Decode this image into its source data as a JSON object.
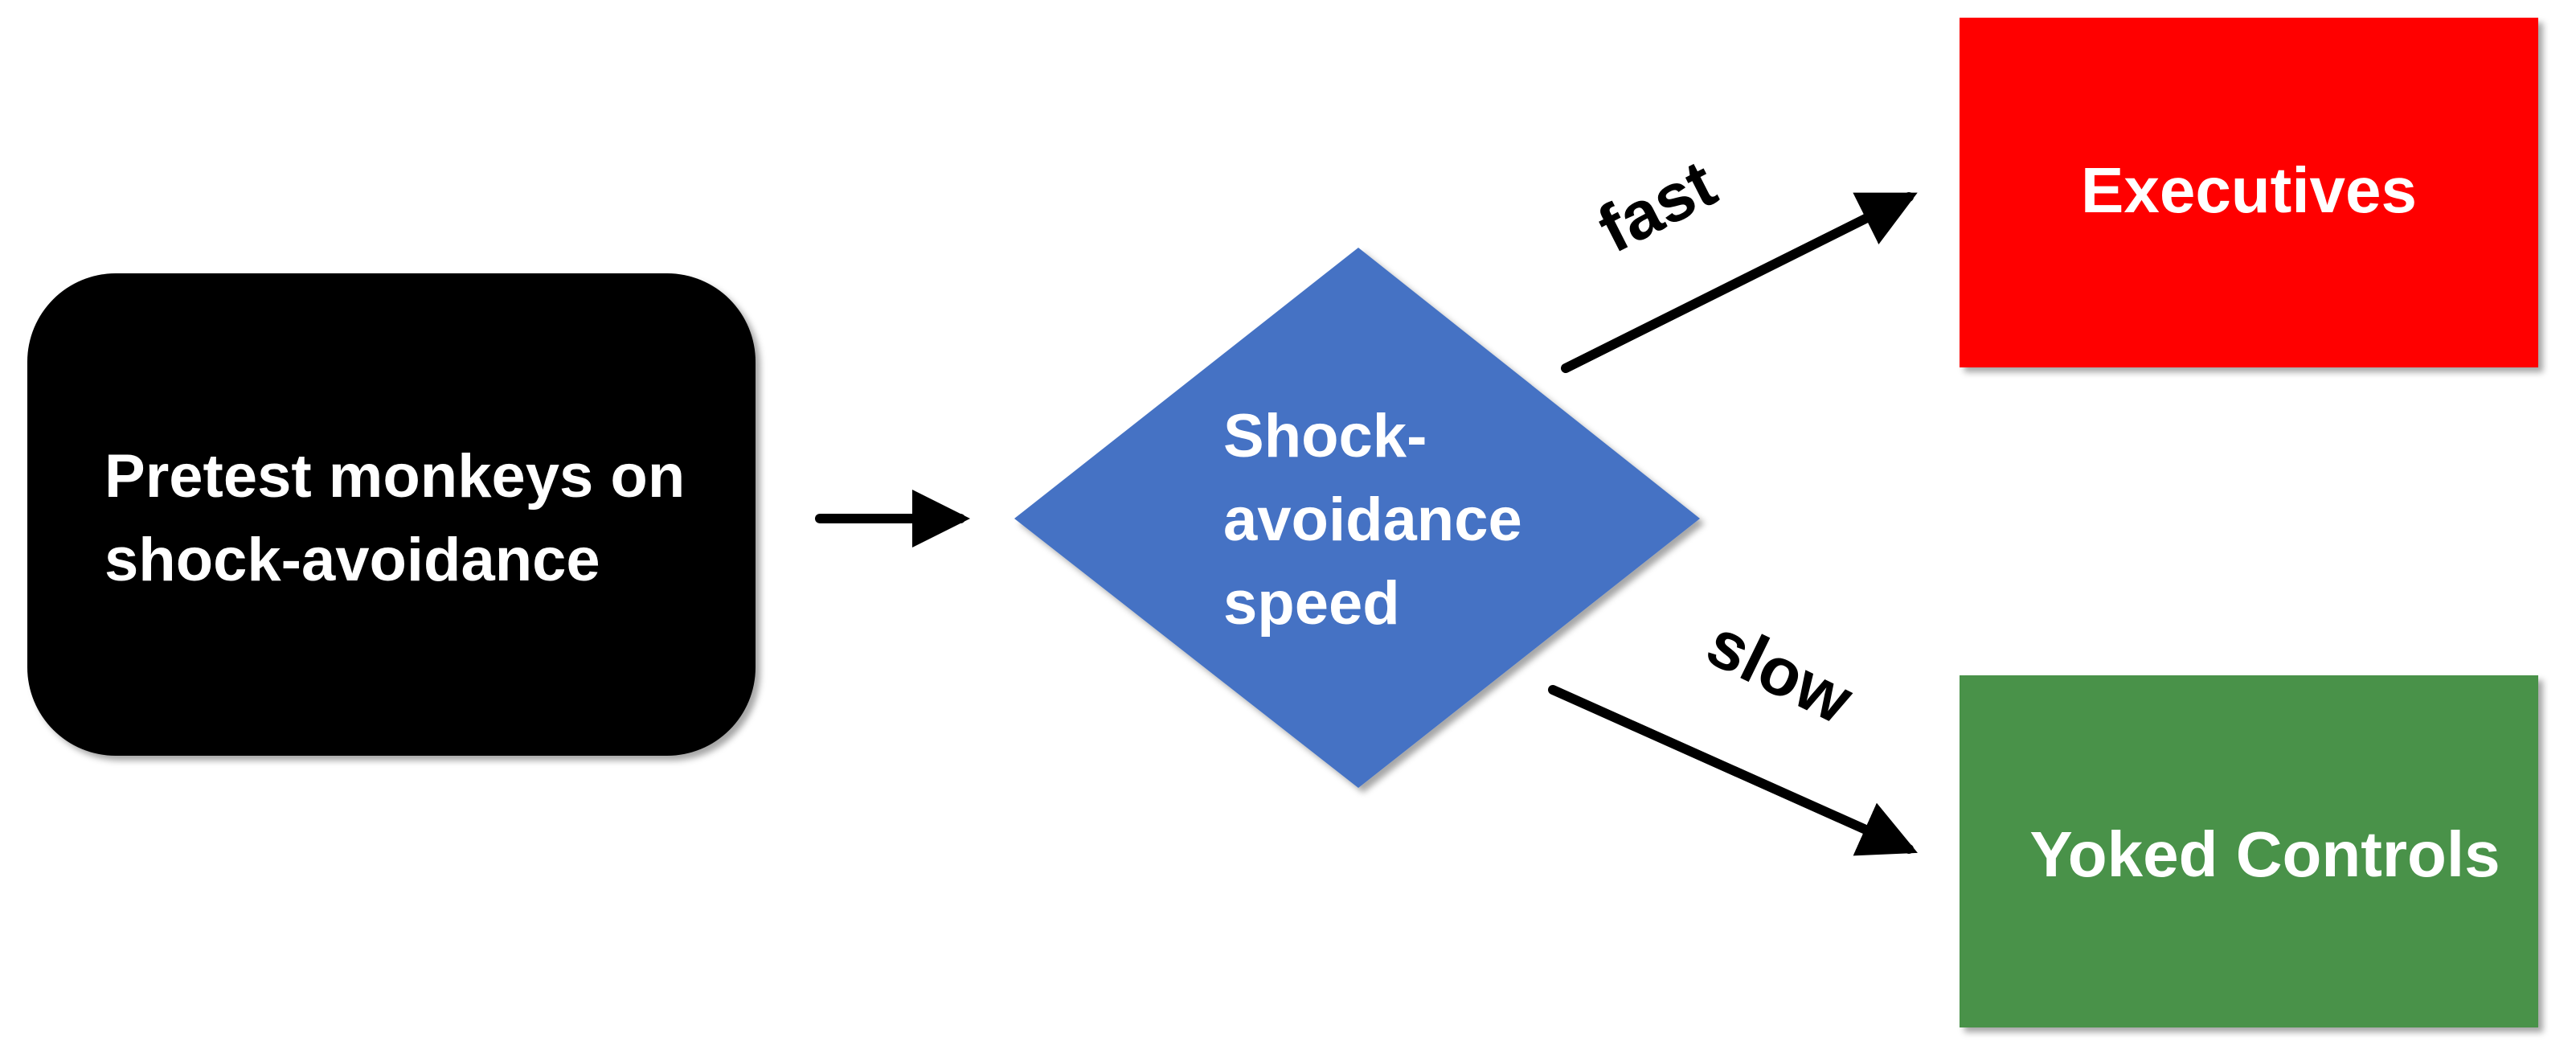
{
  "colors": {
    "start_fill": "#000000",
    "decision_fill": "#4472c4",
    "executives_fill": "#ff0000",
    "controls_fill": "#4a9248",
    "arrow": "#000000",
    "node_text": "#ffffff",
    "edge_text": "#000000"
  },
  "nodes": {
    "start": {
      "line1": "Pretest monkeys on",
      "line2": "shock-avoidance"
    },
    "decision": {
      "line1": "Shock-",
      "line2": "avoidance",
      "line3": "speed"
    },
    "executives": {
      "label": "Executives"
    },
    "controls": {
      "label": "Yoked Controls"
    }
  },
  "edges": {
    "fast": {
      "label": "fast"
    },
    "slow": {
      "label": "slow"
    }
  }
}
